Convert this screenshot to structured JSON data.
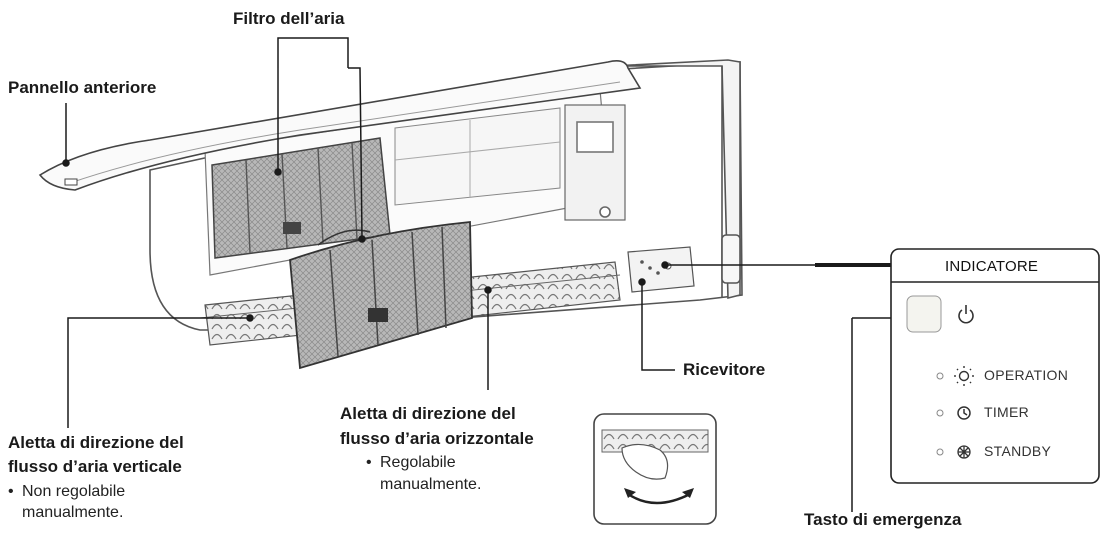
{
  "labels": {
    "filtro": "Filtro dell’aria",
    "pannello": "Pannello anteriore",
    "ricevitore": "Ricevitore",
    "aletta_vert_line1": "Aletta di direzione del",
    "aletta_vert_line2": "flusso d’aria verticale",
    "aletta_vert_note_line1": "Non  regolabile",
    "aletta_vert_note_line2": "manualmente.",
    "aletta_oriz_line1": "Aletta di direzione del",
    "aletta_oriz_line2": "flusso d’aria orizzontale",
    "aletta_oriz_note_line1": "Regolabile",
    "aletta_oriz_note_line2": "manualmente.",
    "tasto": "Tasto di emergenza",
    "bullet": "•"
  },
  "indicator": {
    "title": "INDICATORE",
    "rows": [
      {
        "icon": "sun-icon",
        "label": "OPERATION"
      },
      {
        "icon": "clock-icon",
        "label": "TIMER"
      },
      {
        "icon": "fan-icon",
        "label": "STANDBY"
      }
    ],
    "button_icon": "power-icon"
  },
  "colors": {
    "line": "#1a1a1a",
    "unit_outline": "#555555",
    "filter_fill": "#9a9a9a",
    "panel_border": "#222222"
  }
}
